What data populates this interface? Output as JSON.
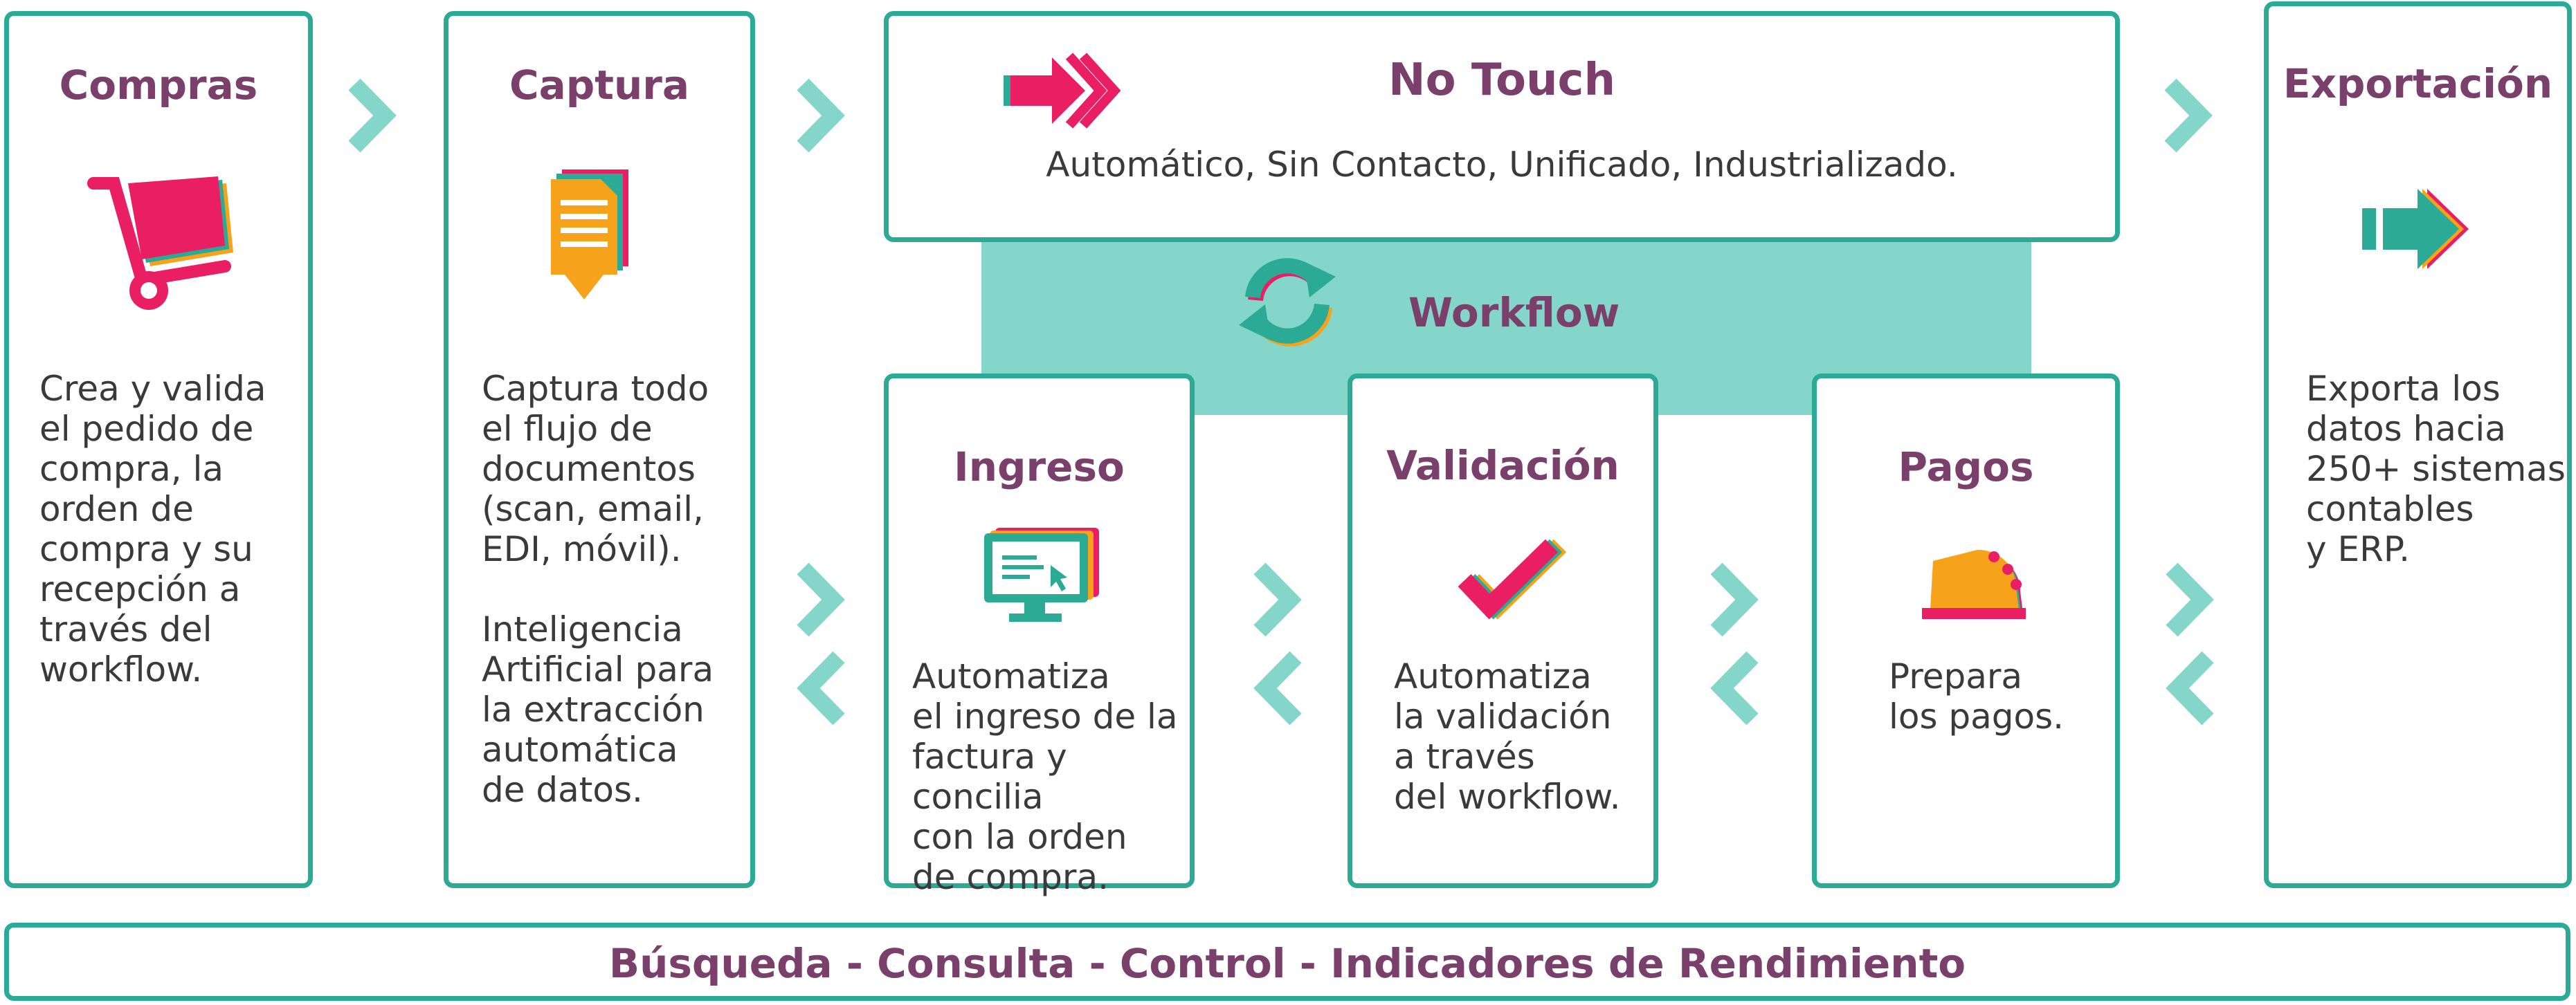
{
  "stages": {
    "compras": {
      "title": "Compras",
      "desc": "Crea y valida\nel pedido de\ncompra, la\norden de\ncompra y su\nrecepción a\ntravés del\nworkflow."
    },
    "captura": {
      "title": "Captura",
      "desc": "Captura todo\nel flujo de\ndocumentos\n(scan, email,\nEDI, móvil).\n\nInteligencia\nArtificial para\nla extracción\nautomática\nde datos."
    },
    "exportacion": {
      "title": "Exportación",
      "desc": "Exporta los\ndatos hacia\n250+ sistemas\ncontables\ny ERP."
    },
    "ingreso": {
      "title": "Ingreso",
      "desc": "Automatiza\nel ingreso de la\nfactura y concilia\ncon la orden\nde  compra."
    },
    "validacion": {
      "title": "Validación",
      "desc": "Automatiza\nla validación\na través\ndel workflow."
    },
    "pagos": {
      "title": "Pagos",
      "desc": "Prepara\nlos pagos."
    }
  },
  "no_touch": {
    "title": "No Touch",
    "subtitle": "Automático, Sin Contacto, Unificado, Industrializado."
  },
  "workflow": {
    "label": "Workflow"
  },
  "footer": {
    "text": "Búsqueda - Consulta - Control - Indicadores de Rendimiento"
  },
  "colors": {
    "border": "#2baa95",
    "title": "#7b3f6c",
    "chevron": "#84d6cb",
    "band": "#84d6cb",
    "pink": "#e91e63",
    "orange": "#f7a21b",
    "teal": "#2baa95"
  },
  "icons": [
    "hand-truck-icon",
    "document-download-icon",
    "fast-forward-arrow-icon",
    "sync-icon",
    "export-arrow-icon",
    "computer-monitor-icon",
    "checkmark-icon",
    "cash-register-icon",
    "chevron-right-icon",
    "chevron-left-icon"
  ]
}
